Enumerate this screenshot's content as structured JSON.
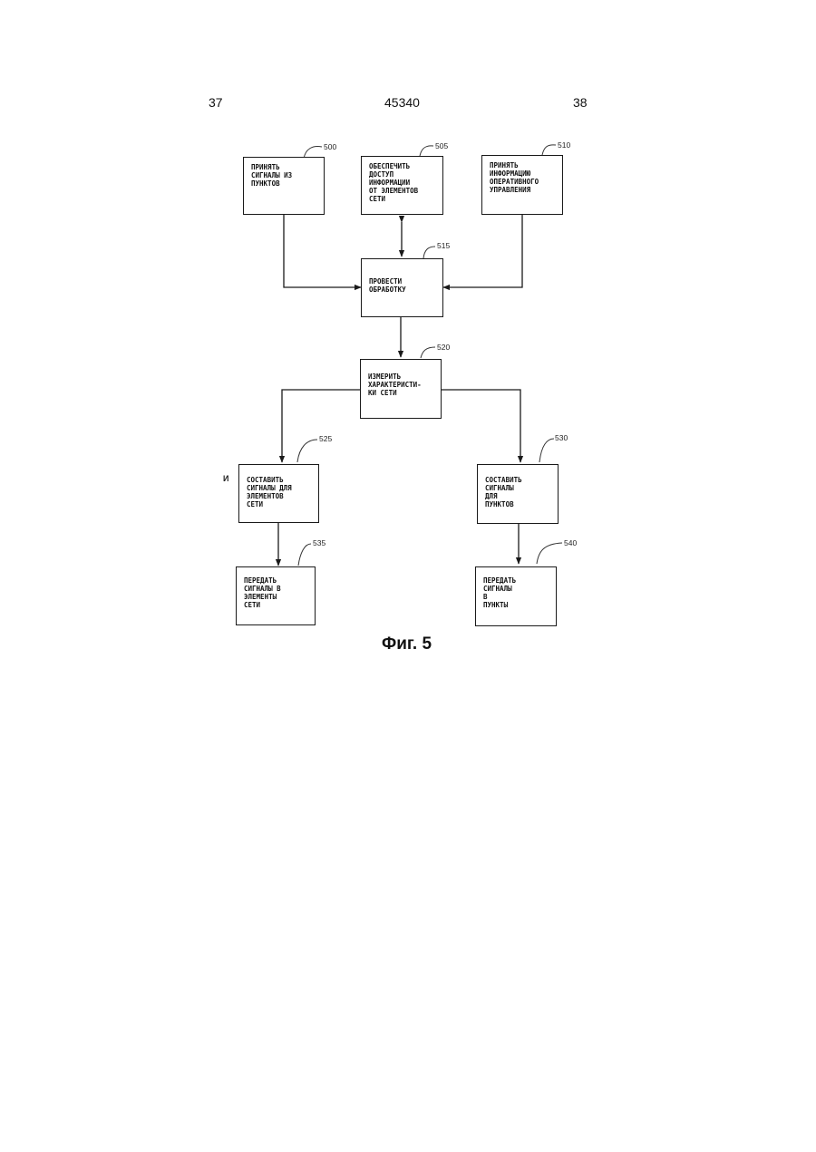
{
  "header": {
    "page_left": "37",
    "patent_number": "45340",
    "page_right": "38"
  },
  "caption": "Фиг. 5",
  "stray_mark": "И",
  "blocks": {
    "b500": {
      "ref": "500",
      "text": "ПРИНЯТЬ\nСИГНАЛЫ ИЗ\nПУНКТОВ"
    },
    "b505": {
      "ref": "505",
      "text": "ОБЕСПЕЧИТЬ\nДОСТУП\nИНФОРМАЦИИ\nОТ ЭЛЕМЕНТОВ\nСЕТИ"
    },
    "b510": {
      "ref": "510",
      "text": "ПРИНЯТЬ\nИНФОРМАЦИЮ\nОПЕРАТИВНОГО\nУПРАВЛЕНИЯ"
    },
    "b515": {
      "ref": "515",
      "text": "ПРОВЕСТИ\nОБРАБОТКУ"
    },
    "b520": {
      "ref": "520",
      "text": "ИЗМЕРИТЬ\nХАРАКТЕРИСТИ-\nКИ СЕТИ"
    },
    "b525": {
      "ref": "525",
      "text": "СОСТАВИТЬ\nСИГНАЛЫ ДЛЯ\nЭЛЕМЕНТОВ\nСЕТИ"
    },
    "b530": {
      "ref": "530",
      "text": "СОСТАВИТЬ\nСИГНАЛЫ\nДЛЯ\nПУНКТОВ"
    },
    "b535": {
      "ref": "535",
      "text": "ПЕРЕДАТЬ\nСИГНАЛЫ В\nЭЛЕМЕНТЫ\nСЕТИ"
    },
    "b540": {
      "ref": "540",
      "text": "ПЕРЕДАТЬ\nСИГНАЛЫ\nВ\nПУНКТЫ"
    }
  }
}
